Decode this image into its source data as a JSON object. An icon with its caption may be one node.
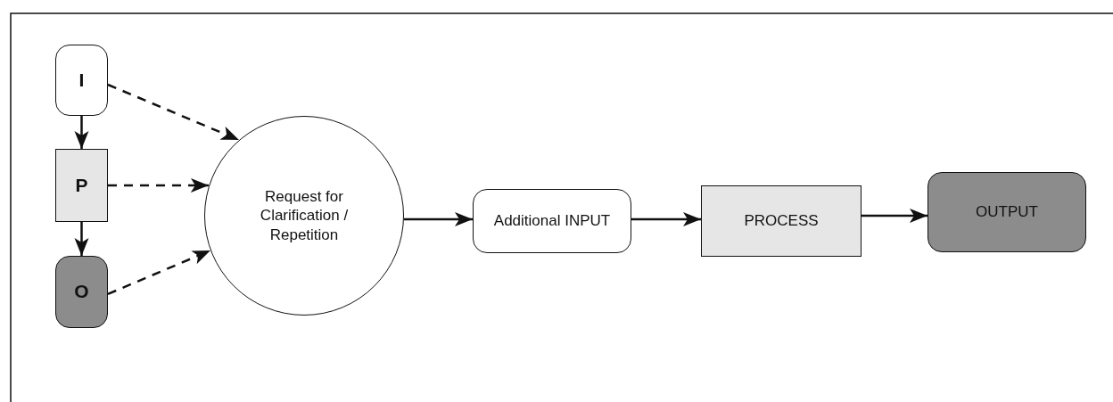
{
  "diagram": {
    "nodes": [
      {
        "text": [
          "I"
        ]
      },
      {
        "text": [
          "P"
        ]
      },
      {
        "text": [
          "O"
        ]
      },
      {
        "text": [
          "Request for Clarification / Repetition"
        ]
      },
      {
        "text": [
          "Additional INPUT"
        ]
      },
      {
        "text": [
          "PROCESS"
        ]
      },
      {
        "text": [
          "OUTPUT"
        ]
      }
    ],
    "edges": [
      {
        "from": 0,
        "to": 1,
        "arrow": "to"
      },
      {
        "from": 1,
        "to": 2,
        "arrow": "to"
      },
      {
        "from": 0,
        "to": 3,
        "arrow": "to",
        "style": "dashed"
      },
      {
        "from": 1,
        "to": 3,
        "arrow": "to",
        "style": "dashed"
      },
      {
        "from": 2,
        "to": 3,
        "arrow": "to",
        "style": "dashed"
      },
      {
        "from": 3,
        "to": 4,
        "arrow": "to"
      },
      {
        "from": 4,
        "to": 5,
        "arrow": "to"
      },
      {
        "from": 5,
        "to": 6,
        "arrow": "to"
      }
    ]
  }
}
